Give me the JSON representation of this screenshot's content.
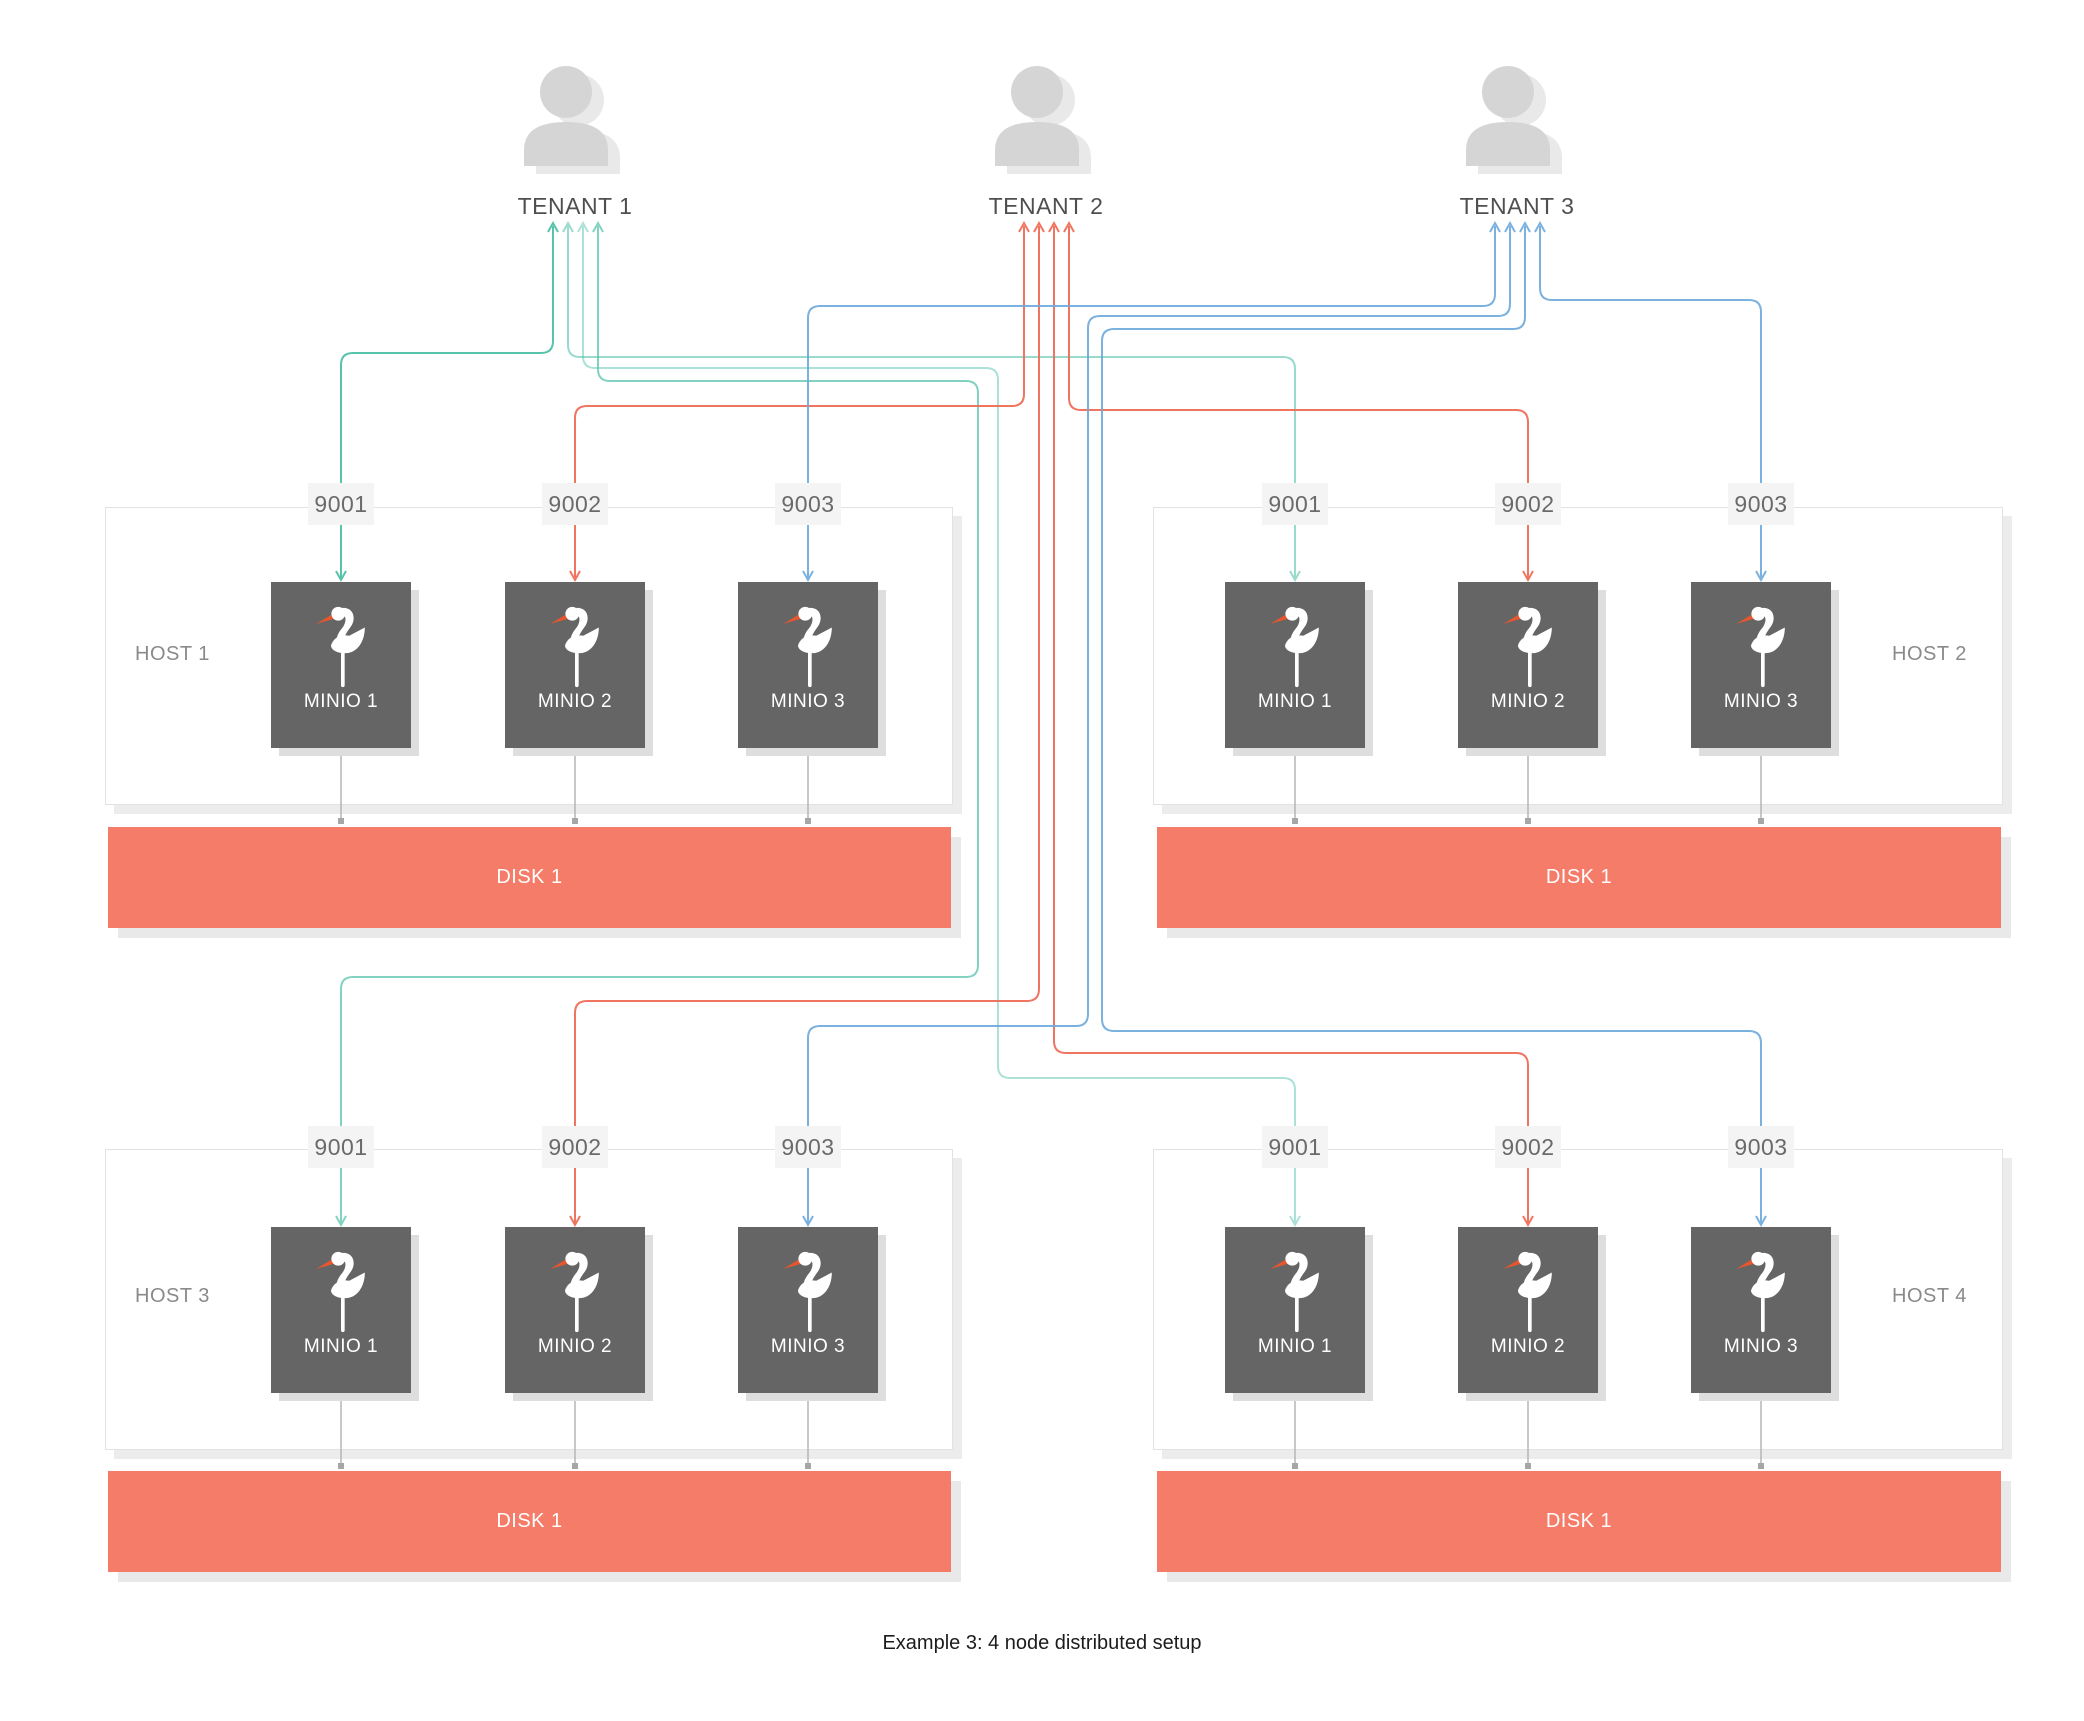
{
  "diagram": {
    "caption": "Example 3: 4 node distributed setup"
  },
  "tenants": [
    {
      "label": "TENANT 1",
      "color": "#58c3ad"
    },
    {
      "label": "TENANT 2",
      "color": "#ef6e58"
    },
    {
      "label": "TENANT 3",
      "color": "#6da8da"
    }
  ],
  "hosts": [
    {
      "label": "HOST 1",
      "ports": [
        "9001",
        "9002",
        "9003"
      ],
      "minios": [
        "MINIO 1",
        "MINIO 2",
        "MINIO 3"
      ],
      "disk": "DISK 1"
    },
    {
      "label": "HOST 2",
      "ports": [
        "9001",
        "9002",
        "9003"
      ],
      "minios": [
        "MINIO 1",
        "MINIO 2",
        "MINIO 3"
      ],
      "disk": "DISK 1"
    },
    {
      "label": "HOST 3",
      "ports": [
        "9001",
        "9002",
        "9003"
      ],
      "minios": [
        "MINIO 1",
        "MINIO 2",
        "MINIO 3"
      ],
      "disk": "DISK 1"
    },
    {
      "label": "HOST 4",
      "ports": [
        "9001",
        "9002",
        "9003"
      ],
      "minios": [
        "MINIO 1",
        "MINIO 2",
        "MINIO 3"
      ],
      "disk": "DISK 1"
    }
  ],
  "colors": {
    "disk_bar": "#f47c68",
    "minio_box": "#656565",
    "host_border": "#e2e2e2",
    "port_label_bg": "#f4f4f4",
    "connector_gray": "#b5b5b5",
    "connector_marker": "#a6a6a6",
    "person_icon": "#d5d5d5",
    "bird_beak": "#e8562e"
  }
}
